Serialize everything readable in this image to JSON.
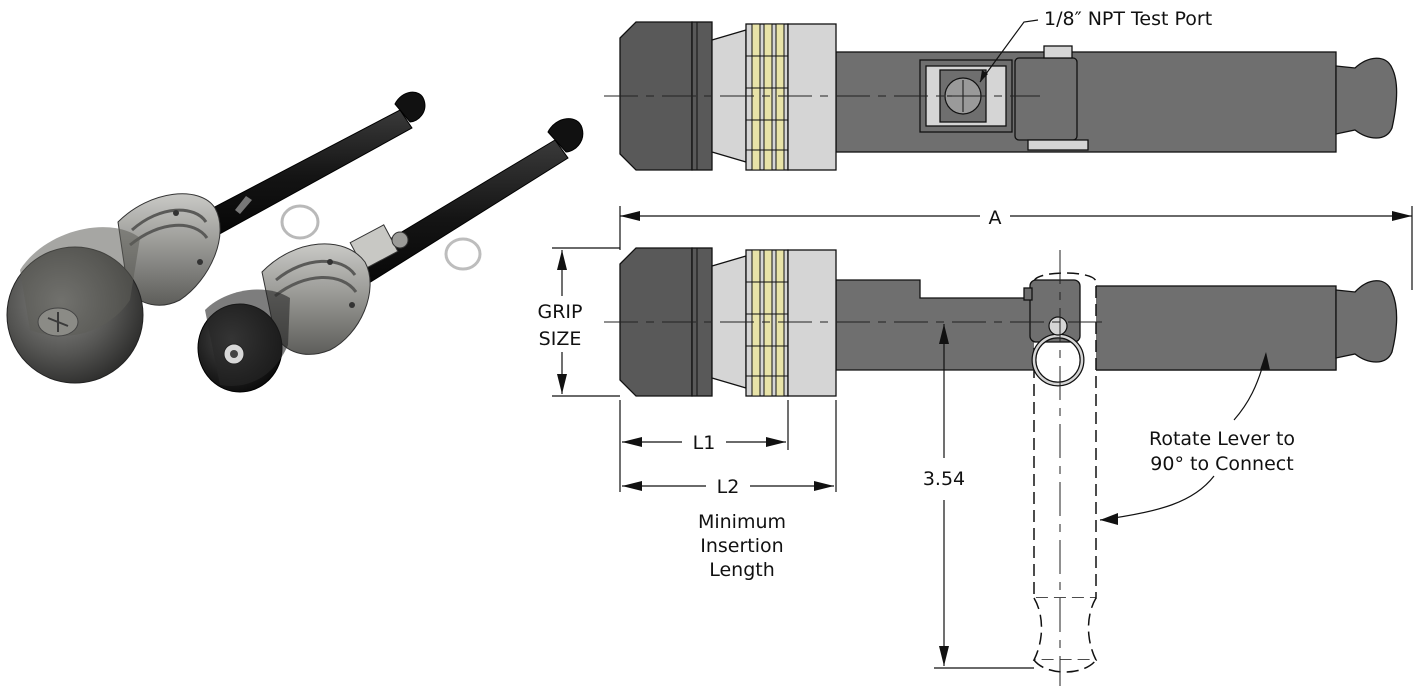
{
  "labels": {
    "test_port": "1/8″ NPT  Test Port",
    "overall_length": "A",
    "grip_size_line1": "GRIP",
    "grip_size_line2": "SIZE",
    "l1": "L1",
    "l2": "L2",
    "min_insertion_line1": "Minimum",
    "min_insertion_line2": "Insertion",
    "min_insertion_line3": "Length",
    "lever_height": "3.54",
    "rotate_line1": "Rotate Lever to",
    "rotate_line2": "90° to Connect"
  },
  "colors": {
    "body": "#6f6f6f",
    "cap": "#595959",
    "seal_ring": "#e8e3a8",
    "collar": "#d5d5d5",
    "photo_shaft": "#141414"
  }
}
